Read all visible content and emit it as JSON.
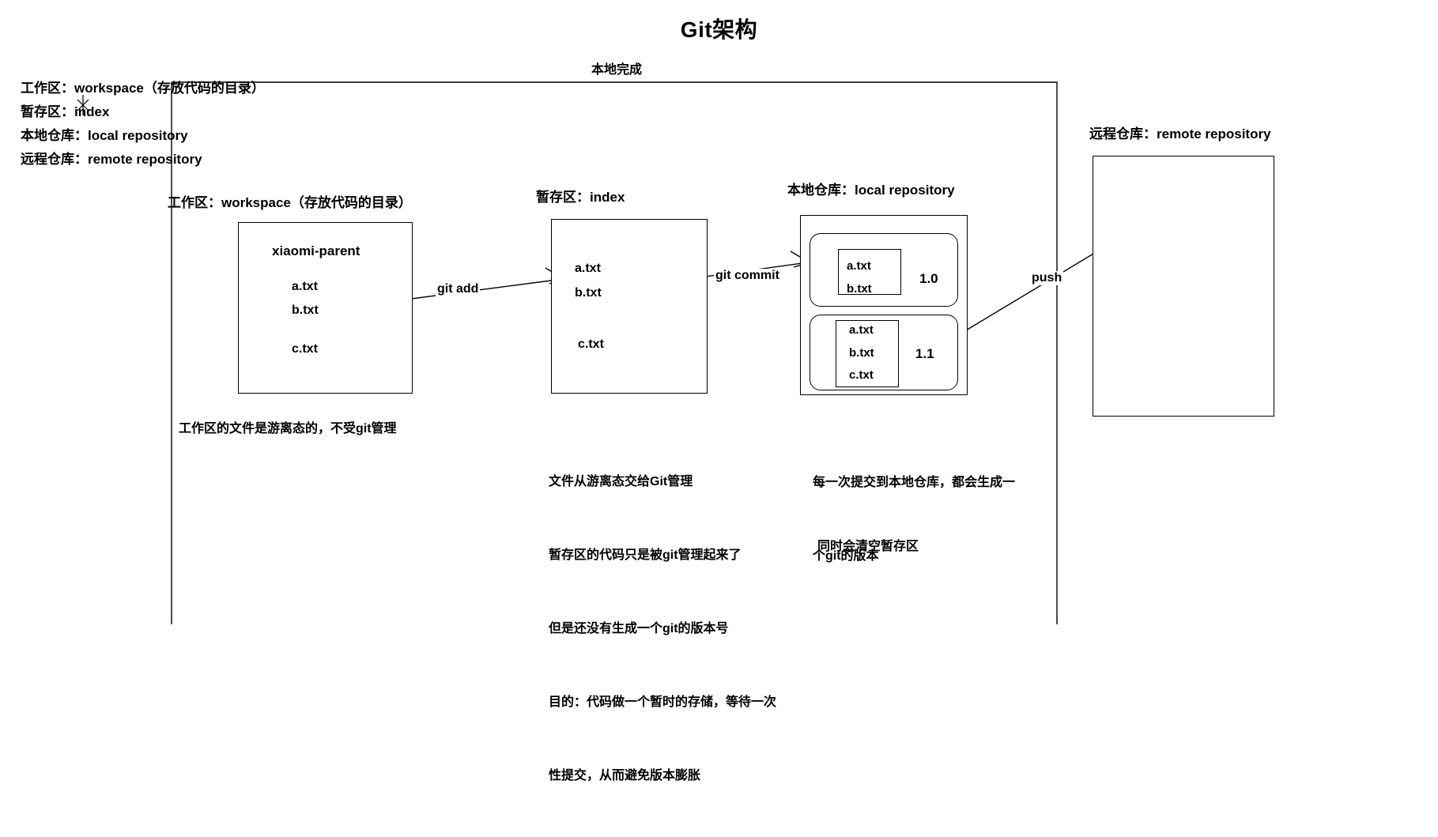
{
  "title": "Git架构",
  "local_done_label": "本地完成",
  "legend": [
    "工作区：workspace（存放代码的目录）",
    "暂存区：index",
    "本地仓库：local repository",
    "远程仓库：remote repository"
  ],
  "columns": {
    "workspace": {
      "heading": "工作区：workspace（存放代码的目录）",
      "box_title": "xiaomi-parent",
      "files": [
        "a.txt",
        "b.txt",
        "c.txt"
      ],
      "caption": "工作区的文件是游离态的，不受git管理"
    },
    "index": {
      "heading": "暂存区：index",
      "files": [
        "a.txt",
        "b.txt",
        "c.txt"
      ],
      "caption_lines": [
        "文件从游离态交给Git管理",
        "暂存区的代码只是被git管理起来了",
        "但是还没有生成一个git的版本号",
        "目的：代码做一个暂时的存储，等待一次",
        "性提交，从而避免版本膨胀"
      ]
    },
    "local_repository": {
      "heading": "本地仓库：local repository",
      "versions": [
        {
          "tag": "1.0",
          "files": [
            "a.txt",
            "b.txt"
          ]
        },
        {
          "tag": "1.1",
          "files": [
            "a.txt",
            "b.txt",
            "c.txt"
          ]
        }
      ],
      "caption_lines": [
        "每一次提交到本地仓库，都会生成一",
        "个git的版本"
      ],
      "caption_lines2": [
        "同时会清空暂存区"
      ]
    },
    "remote_repository": {
      "heading": "远程仓库：remote repository"
    }
  },
  "arrows": {
    "git_add": "git add",
    "git_commit": "git commit",
    "push": "push"
  },
  "colors": {
    "stroke": "#000000",
    "background": "#ffffff"
  }
}
